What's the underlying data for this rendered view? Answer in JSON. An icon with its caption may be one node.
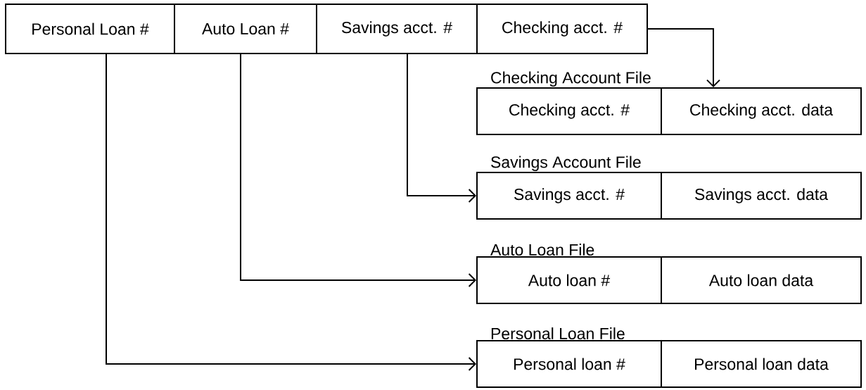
{
  "diagram": {
    "nodes": [
      {
        "text": [
          "Personal Loan #"
        ]
      },
      {
        "text": [
          "Auto Loan #"
        ]
      },
      {
        "text": [
          "Savings acct. #"
        ]
      },
      {
        "text": [
          "Checking acct. #"
        ]
      },
      {
        "text": [
          "Checking Account File"
        ]
      },
      {
        "text": [
          "Checking acct. #"
        ],
        "in": 4
      },
      {
        "text": [
          "Checking acct. data"
        ],
        "in": 4
      },
      {
        "text": [
          "Savings Account File"
        ]
      },
      {
        "text": [
          "Savings acct. #"
        ],
        "in": 7
      },
      {
        "text": [
          "Savings acct. data"
        ],
        "in": 7
      },
      {
        "text": [
          "Auto Loan File"
        ]
      },
      {
        "text": [
          "Auto loan #"
        ],
        "in": 10
      },
      {
        "text": [
          "Auto loan data"
        ],
        "in": 10
      },
      {
        "text": [
          "Personal Loan File"
        ]
      },
      {
        "text": [
          "Personal loan #"
        ],
        "in": 13
      },
      {
        "text": [
          "Personal loan data"
        ],
        "in": 13
      }
    ],
    "edges": [
      {
        "from": 3,
        "to": 4,
        "arrow": "to"
      },
      {
        "from": 2,
        "to": 7,
        "arrow": "to"
      },
      {
        "from": 1,
        "to": 10,
        "arrow": "to"
      },
      {
        "from": 0,
        "to": 13,
        "arrow": "to"
      }
    ]
  }
}
